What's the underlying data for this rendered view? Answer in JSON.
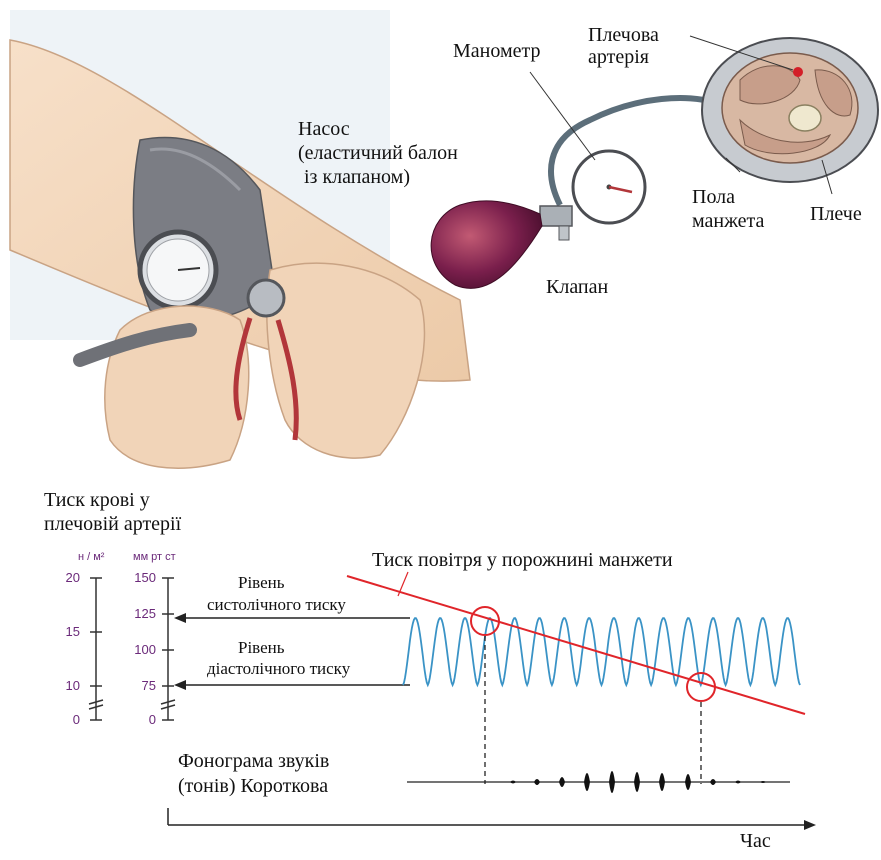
{
  "labels": {
    "manometer": "Манометр",
    "artery_1": "Плечова",
    "artery_2": "артерія",
    "pump_1": "Насос",
    "pump_2": "(еластичний балон",
    "pump_3": "із клапаном)",
    "cuff_1": "Пола",
    "cuff_2": "манжета",
    "arm": "Плече",
    "valve": "Клапан"
  },
  "graph": {
    "title_1": "Тиск крові у",
    "title_2": "плечовій артерії",
    "unit_left": "н / м²",
    "unit_right": "мм рт ст",
    "cuff_pressure": "Тиск повітря у порожнині манжети",
    "systolic_1": "Рівень",
    "systolic_2": "систолічного тиску",
    "diastolic_1": "Рівень",
    "diastolic_2": "діастолічного тиску",
    "phonogram_1": "Фонограма звуків",
    "phonogram_2": "(тонів) Короткова",
    "time_label": "Час",
    "left_ticks": [
      "20",
      "15",
      "10",
      "0"
    ],
    "right_ticks": [
      "150",
      "125",
      "100",
      "75",
      "0"
    ]
  },
  "colors": {
    "wave": "#3a93c6",
    "cuff_line": "#e0252a",
    "axis_text": "#6b2a7a",
    "bulb": "#7a1f4c"
  }
}
